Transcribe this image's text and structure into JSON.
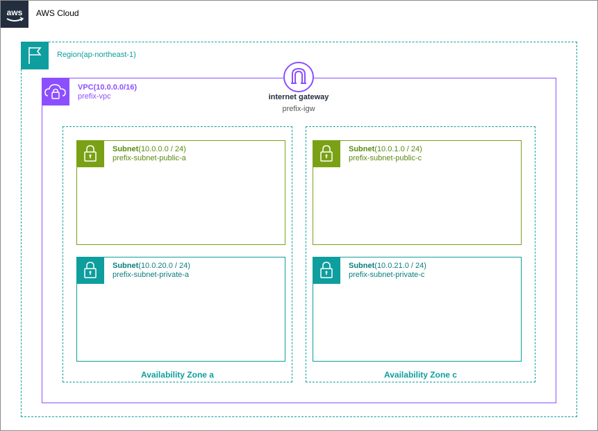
{
  "aws_cloud": {
    "title": "AWS Cloud",
    "logo": "aws-logo"
  },
  "region": {
    "label": "Region(ap-northeast-1)",
    "icon": "flag-icon"
  },
  "vpc": {
    "title": "VPC(10.0.0.0/16)",
    "name": "prefix-vpc",
    "icon": "cloud-lock-icon"
  },
  "igw": {
    "title": "internet gateway",
    "name": "prefix-igw",
    "icon": "gateway-arch-icon"
  },
  "zones": [
    {
      "label": "Availability Zone a"
    },
    {
      "label": "Availability Zone c"
    }
  ],
  "subnets": [
    {
      "kind": "Subnet",
      "cidr": "(10.0.0.0 / 24)",
      "name": "prefix-subnet-public-a",
      "type": "public"
    },
    {
      "kind": "Subnet",
      "cidr": "(10.0.1.0 / 24)",
      "name": "prefix-subnet-public-c",
      "type": "public"
    },
    {
      "kind": "Subnet",
      "cidr": "(10.0.20.0 / 24)",
      "name": "prefix-subnet-private-a",
      "type": "private"
    },
    {
      "kind": "Subnet",
      "cidr": "(10.0.21.0 / 24)",
      "name": "prefix-subnet-private-c",
      "type": "private"
    }
  ],
  "colors": {
    "aws_dark": "#232f3e",
    "region_teal": "#0e9e9e",
    "vpc_purple": "#8c4fff",
    "public_green": "#7aa116",
    "private_teal": "#0e9e9e"
  }
}
